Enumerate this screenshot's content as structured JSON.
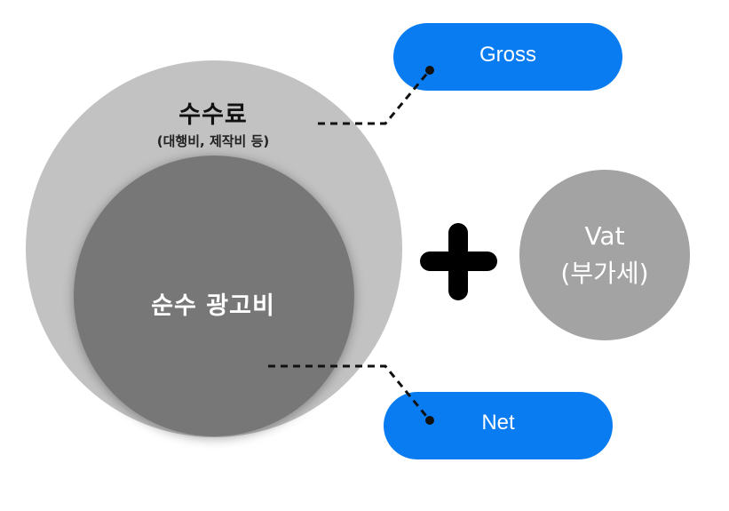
{
  "diagram": {
    "outer_circle": {
      "title": "수수료",
      "subtitle": "(대행비, 제작비 등)",
      "fill": "#c2c2c2"
    },
    "inner_circle": {
      "title": "순수 광고비",
      "fill": "#777777"
    },
    "plus_sign": {
      "color": "#000000"
    },
    "vat_circle": {
      "title": "Vat",
      "subtitle": "(부가세)",
      "fill": "#a3a3a3"
    },
    "gross_pill": {
      "label": "Gross",
      "fill": "#0a7cf2"
    },
    "net_pill": {
      "label": "Net",
      "fill": "#0a7cf2"
    }
  }
}
